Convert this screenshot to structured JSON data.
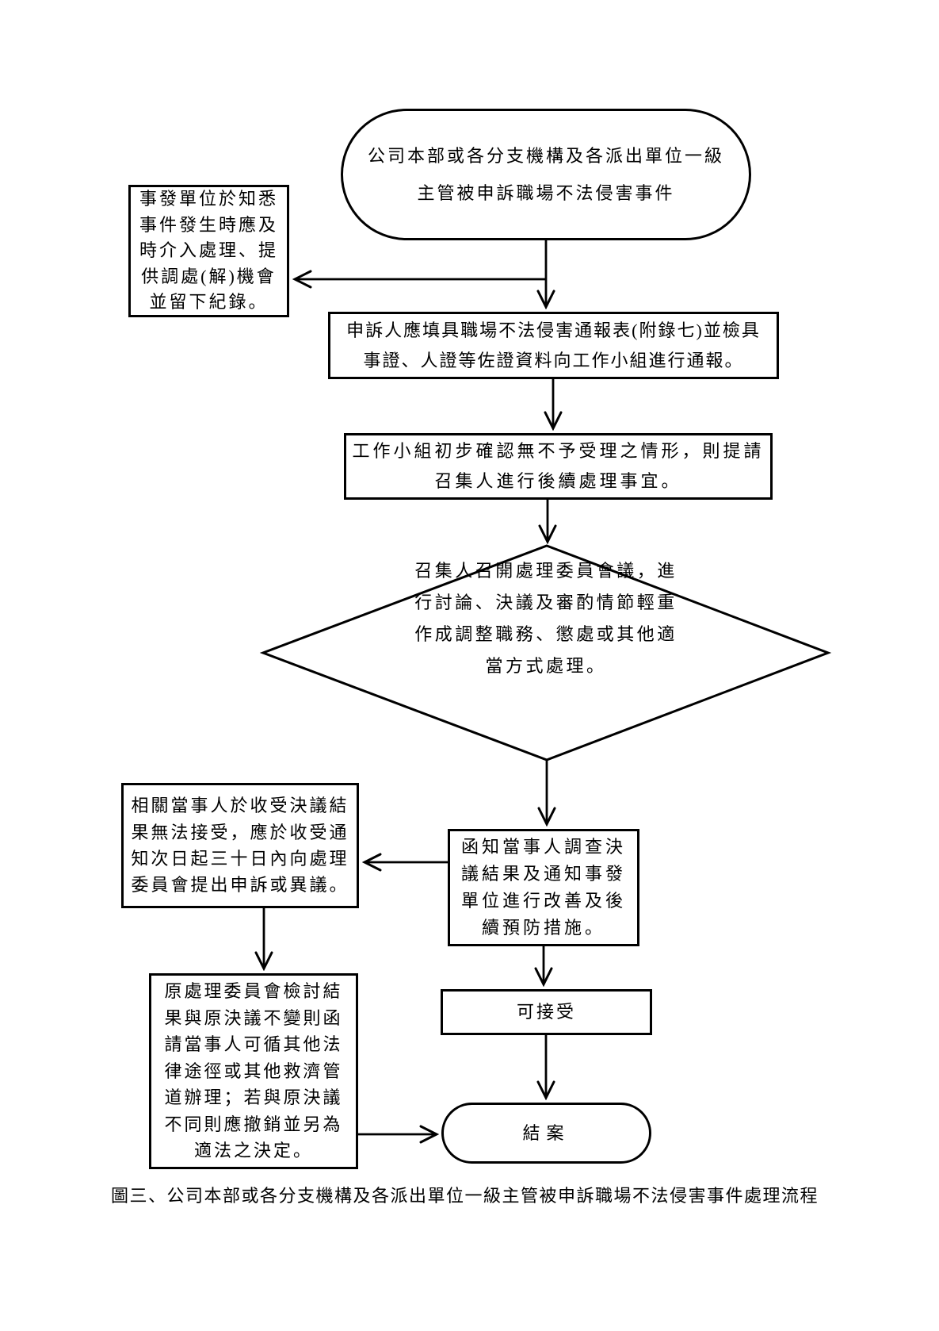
{
  "figure": {
    "caption": "圖三、公司本部或各分支機構及各派出單位一級主管被申訴職場不法侵害事件處理流程"
  },
  "colors": {
    "ink": "#000000",
    "background": "#ffffff"
  },
  "nodes": {
    "start": {
      "shape": "terminator",
      "text": "公司本部或各分支機構及各派出單位一級\n主管被申訴職場不法侵害事件"
    },
    "early_intervention": {
      "shape": "process",
      "text": "事發單位於知悉\n事件發生時應及\n時介入處理、提\n供調處(解)機會\n並留下紀錄。"
    },
    "report": {
      "shape": "process",
      "text": "申訴人應填具職場不法侵害通報表(附錄七)並檢具\n事證、人證等佐證資料向工作小組進行通報。"
    },
    "workgroup_confirm": {
      "shape": "process",
      "text": "工作小組初步確認無不予受理之情形，則提請\n召集人進行後續處理事宜。"
    },
    "committee_meeting": {
      "shape": "decision",
      "text": "召集人召開處理委員會議，進\n行討論、決議及審酌情節輕重\n作成調整職務、懲處或其他適\n當方式處理。"
    },
    "appeal": {
      "shape": "process",
      "text": "相關當事人於收受決議結\n果無法接受，應於收受通\n知次日起三十日內向處理\n委員會提出申訴或異議。"
    },
    "notify_result": {
      "shape": "process",
      "text": "函知當事人調查決\n議結果及通知事發\n單位進行改善及後\n續預防措施。"
    },
    "review": {
      "shape": "process",
      "text": "原處理委員會檢討結\n果與原決議不變則函\n請當事人可循其他法\n律途徑或其他救濟管\n道辦理；若與原決議\n不同則應撤銷並另為\n適法之決定。"
    },
    "acceptable": {
      "shape": "process",
      "text": "可接受"
    },
    "end": {
      "shape": "terminator",
      "text": "結案"
    }
  },
  "edges": [
    {
      "from": "start",
      "to": "report"
    },
    {
      "from": "start",
      "to": "early_intervention"
    },
    {
      "from": "report",
      "to": "workgroup_confirm"
    },
    {
      "from": "workgroup_confirm",
      "to": "committee_meeting"
    },
    {
      "from": "committee_meeting",
      "to": "notify_result"
    },
    {
      "from": "notify_result",
      "to": "appeal"
    },
    {
      "from": "appeal",
      "to": "review"
    },
    {
      "from": "notify_result",
      "to": "acceptable"
    },
    {
      "from": "acceptable",
      "to": "end"
    },
    {
      "from": "review",
      "to": "end"
    }
  ]
}
